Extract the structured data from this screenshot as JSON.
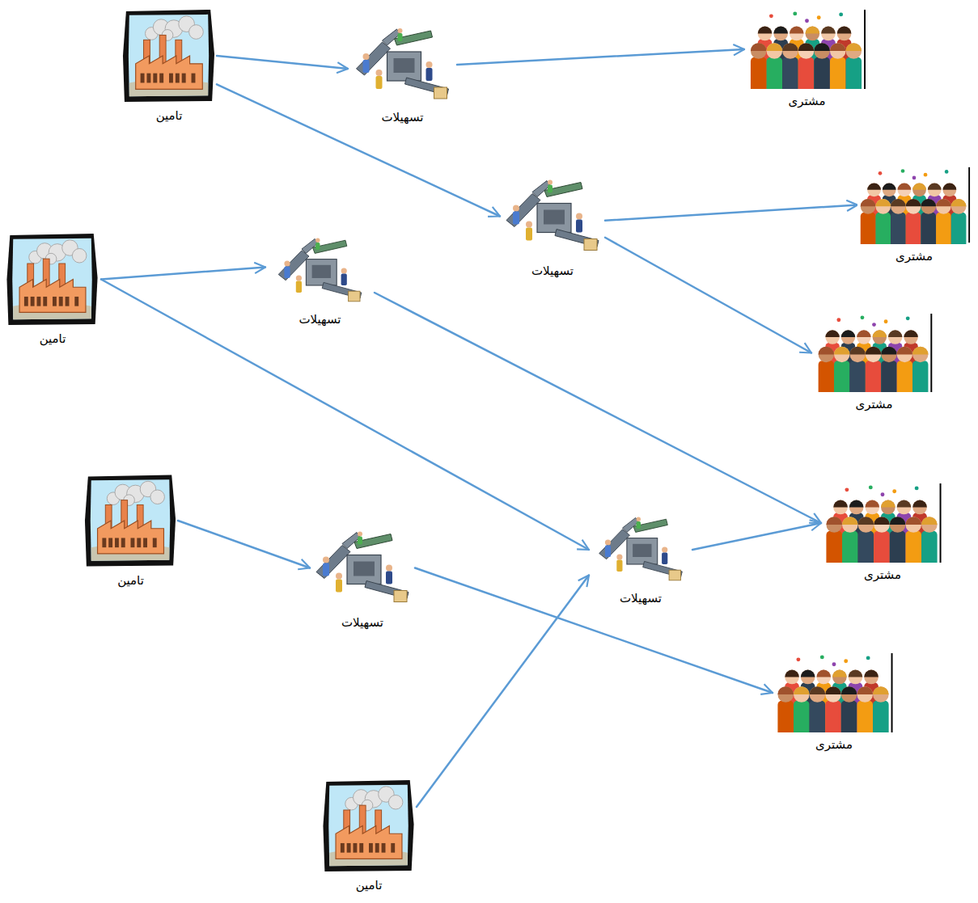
{
  "diagram": {
    "nodes": [
      {
        "text": [
          "تامین"
        ]
      },
      {
        "text": [
          "تسهیلات"
        ]
      },
      {
        "text": [
          "مشتری"
        ]
      },
      {
        "text": [
          "تسهیلات"
        ]
      },
      {
        "text": [
          "مشتری"
        ]
      },
      {
        "text": [
          "تامین"
        ]
      },
      {
        "text": [
          "تسهیلات"
        ]
      },
      {
        "text": [
          "مشتری"
        ]
      },
      {
        "text": [
          "تامین"
        ]
      },
      {
        "text": [
          "تسهیلات"
        ]
      },
      {
        "text": [
          "مشتری"
        ]
      },
      {
        "text": [
          "تسهیلات"
        ]
      },
      {
        "text": [
          "مشتری"
        ]
      },
      {
        "text": [
          "تامین"
        ]
      }
    ],
    "edges": [
      {
        "from": 0,
        "to": 1,
        "arrow": "to"
      },
      {
        "from": 0,
        "to": 3,
        "arrow": "to"
      },
      {
        "from": 1,
        "to": 2,
        "arrow": "to"
      },
      {
        "from": 3,
        "to": 4,
        "arrow": "to"
      },
      {
        "from": 3,
        "to": 7,
        "arrow": "to"
      },
      {
        "from": 5,
        "to": 6,
        "arrow": "to"
      },
      {
        "from": 5,
        "to": 9,
        "arrow": "to"
      },
      {
        "from": 6,
        "to": 10,
        "arrow": "to"
      },
      {
        "from": 9,
        "to": 10,
        "arrow": "to"
      },
      {
        "from": 8,
        "to": 11,
        "arrow": "to"
      },
      {
        "from": 11,
        "to": 12,
        "arrow": "to"
      },
      {
        "from": 13,
        "to": 9,
        "arrow": "to"
      }
    ]
  }
}
